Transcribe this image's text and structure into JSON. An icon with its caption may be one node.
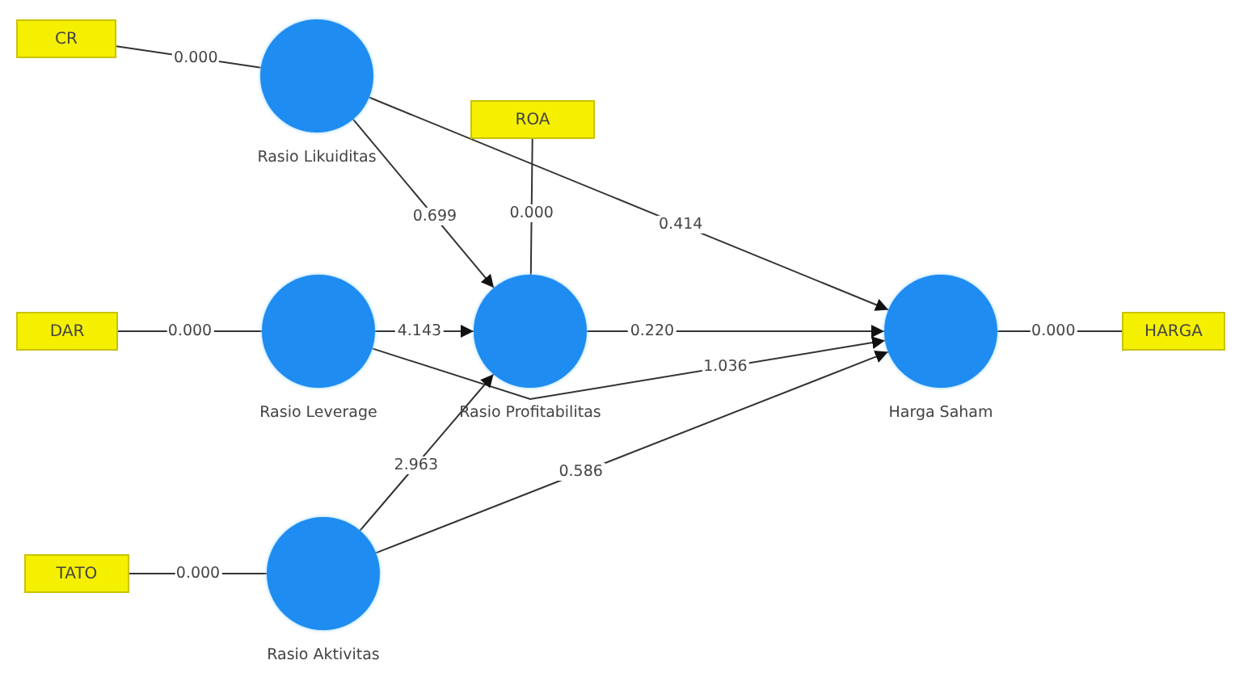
{
  "diagram": {
    "nodes": [
      {
        "text": [
          "CR"
        ]
      },
      {
        "text": [],
        "shape": "circle",
        "beside": [
          "Rasio Likuiditas"
        ]
      },
      {
        "text": [
          "ROA"
        ]
      },
      {
        "text": [
          "DAR"
        ]
      },
      {
        "text": [],
        "shape": "circle",
        "beside": [
          "Rasio Leverage"
        ]
      },
      {
        "text": [],
        "shape": "circle",
        "beside": [
          "Rasio Profitabilitas"
        ]
      },
      {
        "text": [],
        "shape": "circle",
        "beside": [
          "Harga Saham"
        ]
      },
      {
        "text": [
          "HARGA"
        ]
      },
      {
        "text": [
          "TATO"
        ]
      },
      {
        "text": [],
        "shape": "circle",
        "beside": [
          "Rasio Aktivitas"
        ]
      }
    ],
    "edges": [
      {
        "from": 0,
        "to": 1,
        "arrow": "none",
        "label": "0.000"
      },
      {
        "from": 2,
        "to": 5,
        "arrow": "none",
        "label": "0.000"
      },
      {
        "from": 3,
        "to": 4,
        "arrow": "none",
        "label": "0.000"
      },
      {
        "from": 6,
        "to": 7,
        "arrow": "none",
        "label": "0.000"
      },
      {
        "from": 8,
        "to": 9,
        "arrow": "none",
        "label": "0.000"
      },
      {
        "from": 1,
        "to": 5,
        "arrow": "to",
        "label": "0.699"
      },
      {
        "from": 1,
        "to": 6,
        "arrow": "to",
        "label": "0.414"
      },
      {
        "from": 4,
        "to": 5,
        "arrow": "to",
        "label": "4.143"
      },
      {
        "from": 5,
        "to": 6,
        "arrow": "to",
        "label": "0.220"
      },
      {
        "from": 4,
        "to": 6,
        "arrow": "to",
        "label": "1.036"
      },
      {
        "from": 9,
        "to": 5,
        "arrow": "to",
        "label": "2.963"
      },
      {
        "from": 9,
        "to": 6,
        "arrow": "to",
        "label": "0.586"
      }
    ]
  }
}
